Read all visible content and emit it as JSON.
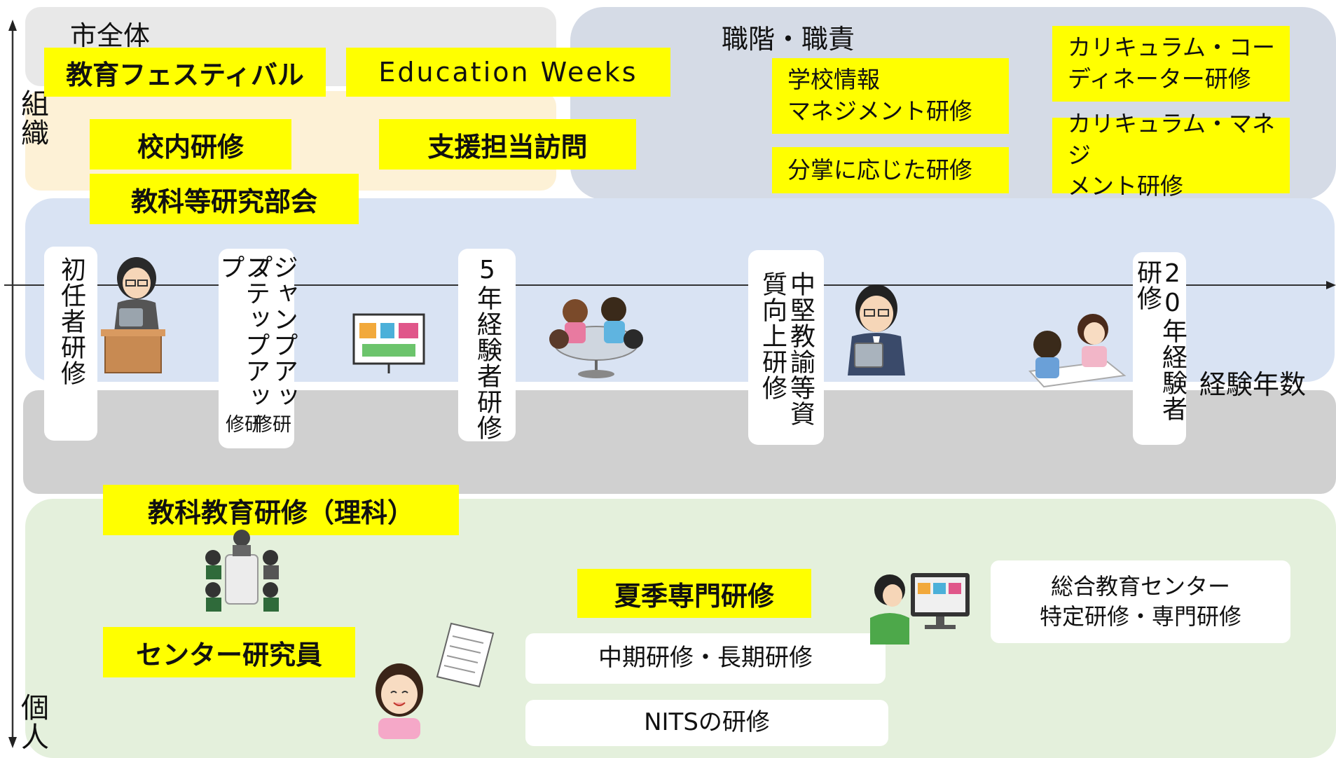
{
  "axis": {
    "top_label": "組織",
    "bottom_label": "個人",
    "x_label": "経験年数"
  },
  "city": {
    "title": "市全体",
    "items": [
      "教育フェスティバル",
      "Education Weeks"
    ]
  },
  "school": {
    "items": [
      "校内研修",
      "支援担当訪問",
      "教科等研究部会"
    ]
  },
  "role": {
    "title": "職階・職責",
    "items": [
      "学校情報\nマネジメント研修",
      "分掌に応じた研修",
      "カリキュラム・コー\nディネーター研修",
      "カリキュラム・マネジ\nメント研修"
    ]
  },
  "career": {
    "stages": [
      {
        "cols": [
          "初任者研修"
        ]
      },
      {
        "cols": [
          "ジャンプアップ",
          "ステップアップ"
        ],
        "suffix": "研修"
      },
      {
        "cols": [
          "5年経験者研修"
        ]
      },
      {
        "cols": [
          "中堅教諭等資",
          "質向上研修"
        ]
      },
      {
        "cols": [
          "20年経験者研修"
        ]
      }
    ]
  },
  "subject": {
    "item": "教科教育研修（理科）"
  },
  "individual": {
    "yellow": [
      "夏季専門研修",
      "センター研究員"
    ],
    "white": [
      "総合教育センター\n特定研修・専門研修",
      "中期研修・長期研修",
      "NITSの研修"
    ]
  },
  "colors": {
    "highlight": "#ffff00",
    "city_bg": "#e8e8e8",
    "school_bg": "#fdf1d6",
    "role_bg": "#d5dbe6",
    "career_bg": "#d9e3f3",
    "subject_bg": "#d0d0d0",
    "individual_bg": "#e4f0dc"
  }
}
